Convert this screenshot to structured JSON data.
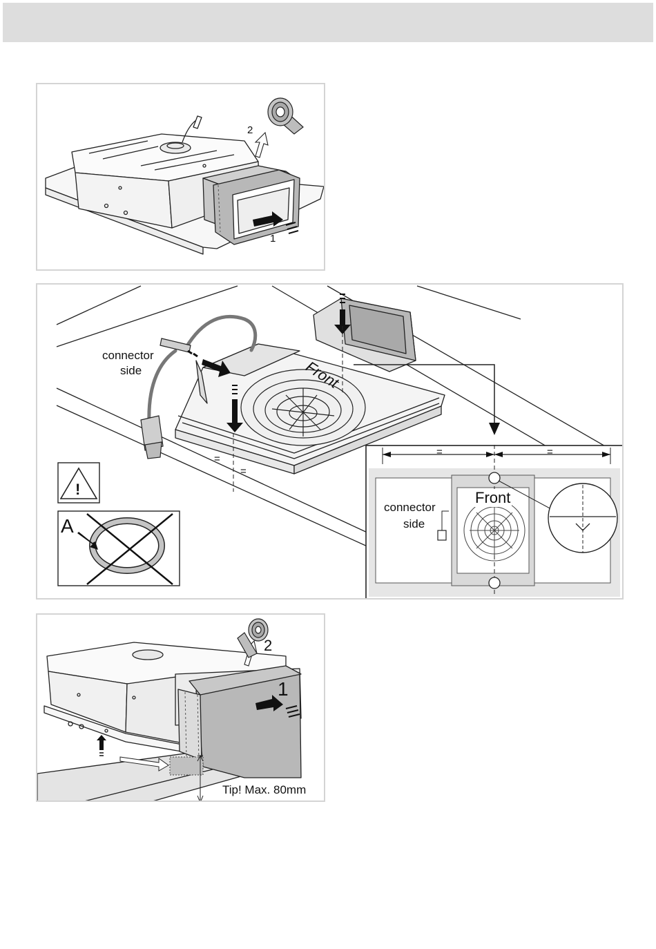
{
  "colors": {
    "header_bar": "#dddddd",
    "panel_border": "#d4d4d4",
    "duct_fill": "#b8b8b8",
    "inset_fill": "#e6e6e6",
    "line": "#222222"
  },
  "step1": {
    "callout_1": "1",
    "callout_2": "2"
  },
  "step2": {
    "front_label": "Front",
    "connector_label_line1": "connector",
    "connector_label_line2": "side",
    "equal_mark": "=",
    "warning_symbol": "!",
    "forbidden_ring_label": "A",
    "inset": {
      "equal_left": "=",
      "equal_right": "=",
      "front_label": "Front",
      "connector_label_line1": "connector",
      "connector_label_line2": "side"
    }
  },
  "step3": {
    "callout_1": "1",
    "callout_2": "2",
    "tip_text": "Tip! Max. 80mm"
  }
}
